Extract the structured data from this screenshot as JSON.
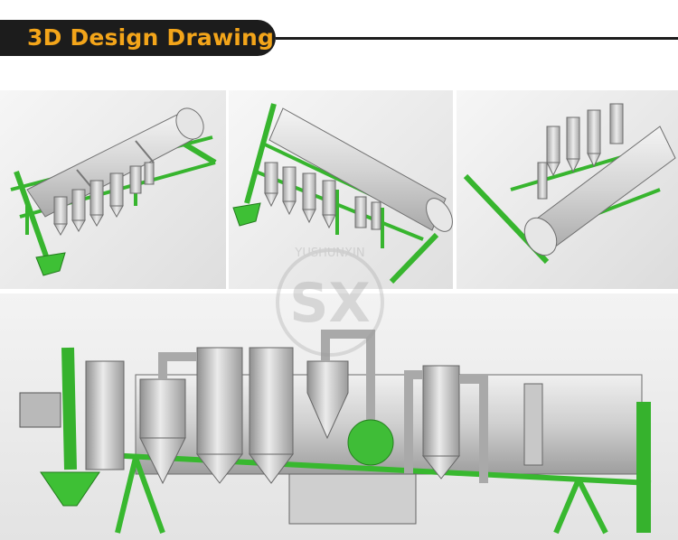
{
  "header": {
    "title": "3D Design Drawing"
  },
  "watermark": {
    "brand": "YUSHUNXIN",
    "logo_letters": "SX"
  },
  "colors": {
    "frame_green": "#3cbc34",
    "drum_silver": "#d9d9d9",
    "title_orange": "#f3a51a",
    "title_bg": "#1c1c1c"
  }
}
